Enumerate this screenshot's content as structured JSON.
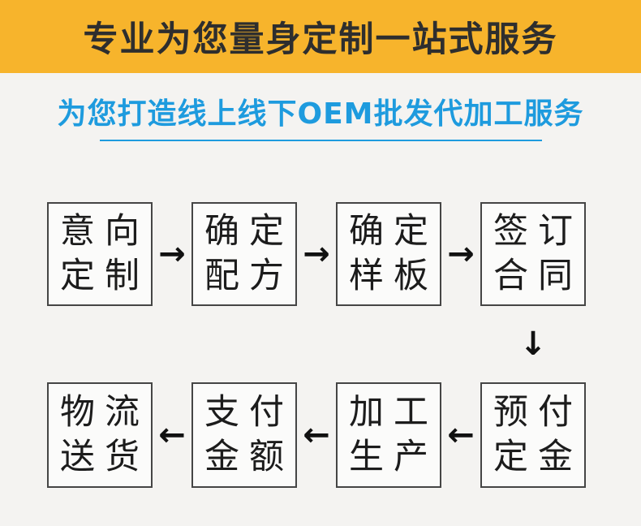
{
  "banner": {
    "title": "专业为您量身定制一站式服务",
    "bg_color": "#f7b42c",
    "text_color": "#2e2e2e"
  },
  "subtitle": {
    "text": "为您打造线上线下OEM批发代加工服务",
    "color": "#1e9bde",
    "underlined": true
  },
  "flow": {
    "arrows": {
      "right": "→",
      "left": "←",
      "down": "↓"
    },
    "row1": [
      {
        "line1": "意向",
        "line2": "定制"
      },
      {
        "line1": "确定",
        "line2": "配方"
      },
      {
        "line1": "确定",
        "line2": "样板"
      },
      {
        "line1": "签订",
        "line2": "合同"
      }
    ],
    "row2": [
      {
        "line1": "物流",
        "line2": "送货"
      },
      {
        "line1": "支付",
        "line2": "金额"
      },
      {
        "line1": "加工",
        "line2": "生产"
      },
      {
        "line1": "预付",
        "line2": "定金"
      }
    ],
    "sequence_note": "row1 flows left-to-right, down after 签订合同, row2 flows right-to-left ending at 物流送货"
  }
}
